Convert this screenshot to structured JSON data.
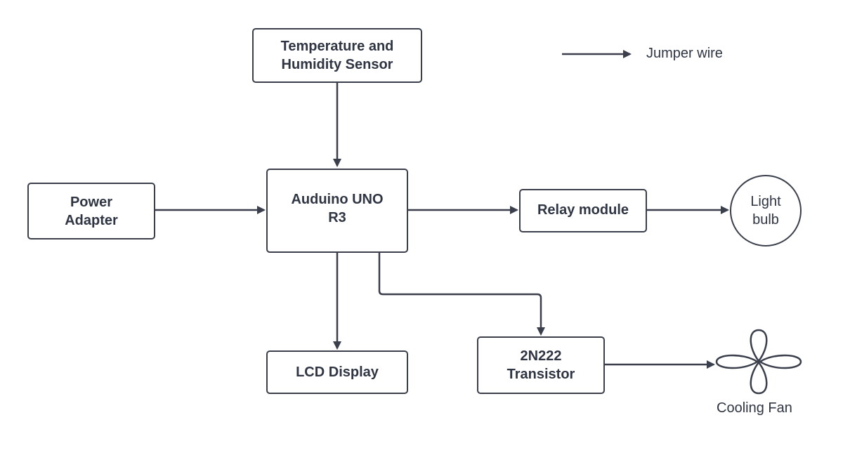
{
  "diagram": {
    "nodes": {
      "sensor": "Temperature and\nHumidity Sensor",
      "power": "Power\nAdapter",
      "arduino": "Auduino UNO\nR3",
      "relay": "Relay module",
      "bulb": "Light\nbulb",
      "lcd": "LCD Display",
      "transistor": "2N222\nTransistor",
      "fan": "Cooling Fan"
    },
    "legend": {
      "label": "Jumper wire",
      "icon": "arrow-right-icon"
    },
    "edges": [
      {
        "from": "sensor",
        "to": "arduino"
      },
      {
        "from": "power",
        "to": "arduino"
      },
      {
        "from": "arduino",
        "to": "relay"
      },
      {
        "from": "relay",
        "to": "bulb"
      },
      {
        "from": "arduino",
        "to": "lcd"
      },
      {
        "from": "arduino",
        "to": "transistor"
      },
      {
        "from": "transistor",
        "to": "fan"
      }
    ],
    "icons": {
      "fan": "fan-icon"
    },
    "colors": {
      "stroke": "#3a3f4b",
      "text": "#2f3542"
    }
  }
}
